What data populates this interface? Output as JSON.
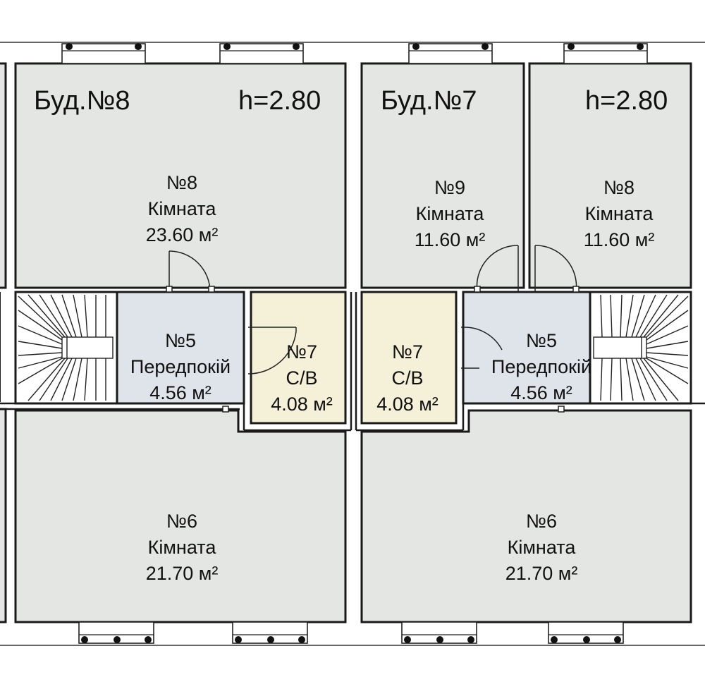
{
  "colors": {
    "room_gray": "#e4e6e3",
    "hall_blue": "#dfe3ea",
    "bath_yellow": "#f5f0d8",
    "wall": "#1a1a1a",
    "background": "#ffffff"
  },
  "buildings": [
    {
      "name": "Буд.№8",
      "height": "h=2.80"
    },
    {
      "name": "Буд.№7",
      "height": "h=2.80"
    }
  ],
  "rooms": [
    {
      "id": "b8-room-8",
      "number": "№8",
      "label": "Кімната",
      "area": "23.60 м²",
      "kind": "room"
    },
    {
      "id": "b8-hall-5",
      "number": "№5",
      "label": "Передпокій",
      "area": "4.56 м²",
      "kind": "hall"
    },
    {
      "id": "b8-bath-7",
      "number": "№7",
      "label": "С/В",
      "area": "4.08 м²",
      "kind": "bath"
    },
    {
      "id": "b8-room-6",
      "number": "№6",
      "label": "Кімната",
      "area": "21.70 м²",
      "kind": "room"
    },
    {
      "id": "b7-room-9",
      "number": "№9",
      "label": "Кімната",
      "area": "11.60 м²",
      "kind": "room"
    },
    {
      "id": "b7-room-8",
      "number": "№8",
      "label": "Кімната",
      "area": "11.60 м²",
      "kind": "room"
    },
    {
      "id": "b7-bath-7",
      "number": "№7",
      "label": "С/В",
      "area": "4.08 м²",
      "kind": "bath"
    },
    {
      "id": "b7-hall-5",
      "number": "№5",
      "label": "Передпокій",
      "area": "4.56 м²",
      "kind": "hall"
    },
    {
      "id": "b7-room-6",
      "number": "№6",
      "label": "Кімната",
      "area": "21.70 м²",
      "kind": "room"
    }
  ]
}
